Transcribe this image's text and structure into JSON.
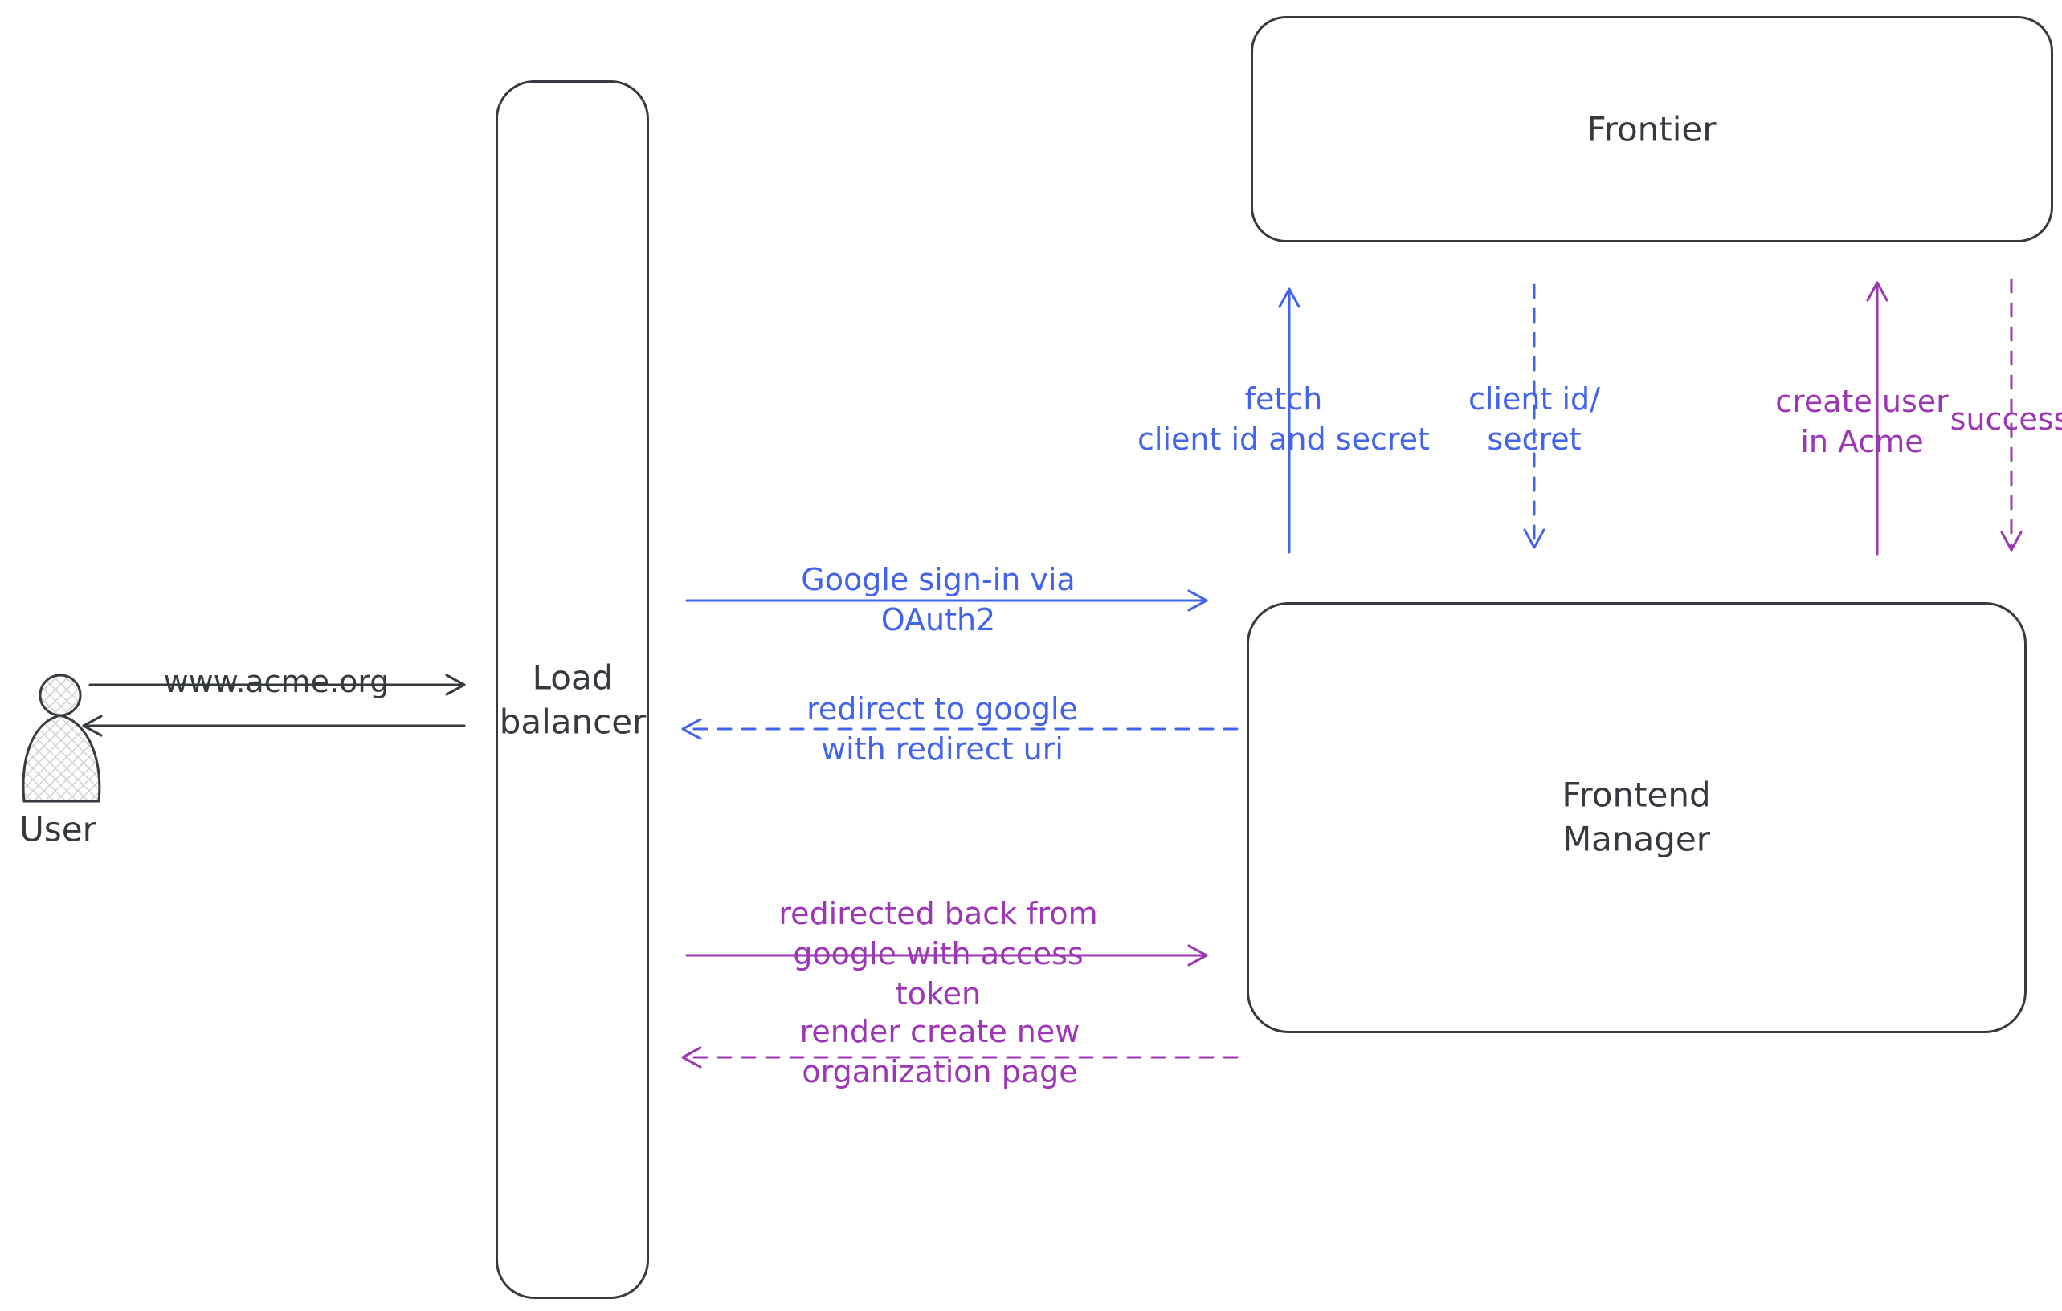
{
  "colors": {
    "ink": "#343a40",
    "blue": "#4263eb",
    "purple": "#9c36b5",
    "hatch": "#cfcfcf"
  },
  "nodes": {
    "user": {
      "label": "User"
    },
    "load_balancer": {
      "label": "Load\nbalancer"
    },
    "frontier": {
      "label": "Frontier"
    },
    "frontend_manager": {
      "label": "Frontend\nManager"
    }
  },
  "edges": {
    "www_acme": {
      "label": "www.acme.org",
      "style": "solid",
      "color": "ink",
      "from": "user",
      "to": "load_balancer"
    },
    "user_return": {
      "label": "",
      "style": "solid",
      "color": "ink",
      "from": "load_balancer",
      "to": "user"
    },
    "google_signin": {
      "label": "Google sign-in via\nOAuth2",
      "style": "solid",
      "color": "blue",
      "from": "load_balancer",
      "to": "frontend_manager"
    },
    "redirect_google": {
      "label": "redirect to google\nwith redirect uri",
      "style": "dashed",
      "color": "blue",
      "from": "frontend_manager",
      "to": "load_balancer"
    },
    "redirected_back": {
      "label": "redirected back from\ngoogle with access\ntoken",
      "style": "solid",
      "color": "purple",
      "from": "load_balancer",
      "to": "frontend_manager"
    },
    "render_create": {
      "label": "render create new\norganization page",
      "style": "dashed",
      "color": "purple",
      "from": "frontend_manager",
      "to": "load_balancer"
    },
    "fetch_secret": {
      "label": "fetch\nclient id and secret",
      "style": "solid",
      "color": "blue",
      "from": "frontend_manager",
      "to": "frontier"
    },
    "client_id_secret": {
      "label": "client id/\nsecret",
      "style": "dashed",
      "color": "blue",
      "from": "frontier",
      "to": "frontend_manager"
    },
    "create_user": {
      "label": "create user\nin Acme",
      "style": "solid",
      "color": "purple",
      "from": "frontend_manager",
      "to": "frontier"
    },
    "success": {
      "label": "success",
      "style": "dashed",
      "color": "purple",
      "from": "frontier",
      "to": "frontend_manager"
    }
  }
}
